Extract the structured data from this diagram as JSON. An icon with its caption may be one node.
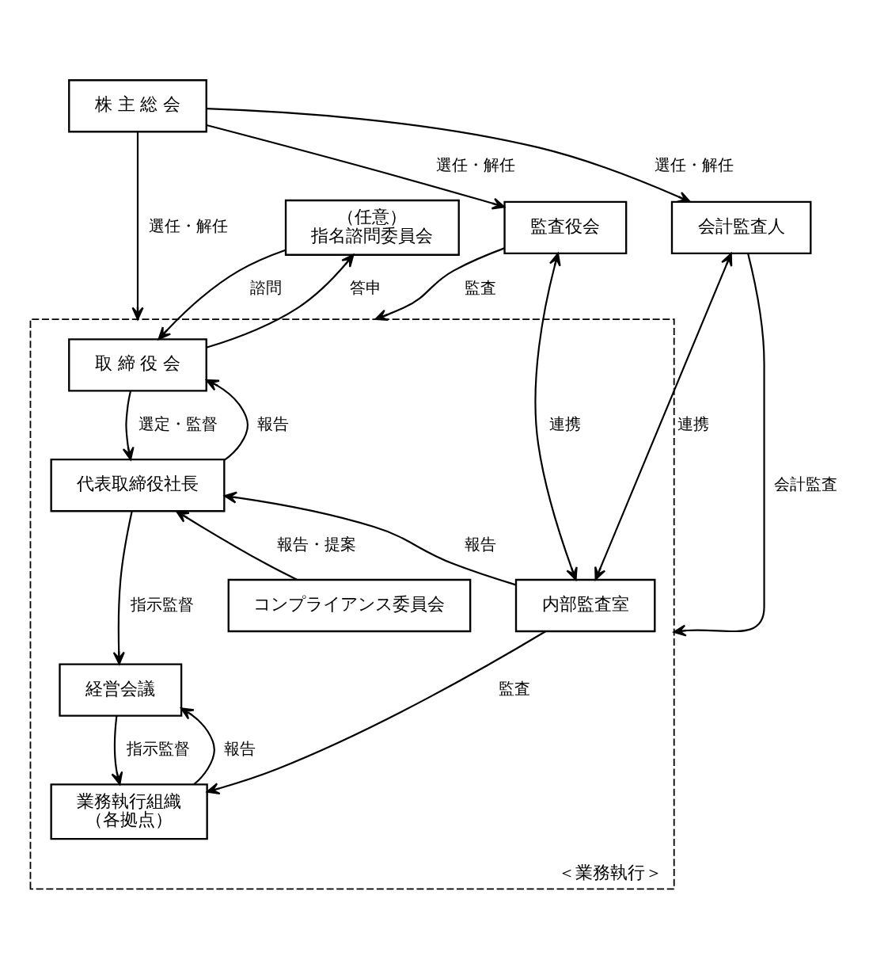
{
  "diagram": {
    "nodes": [
      {
        "text": [
          "株 主 総 会"
        ]
      },
      {
        "text": [
          "（任意）",
          "指名諮問委員会"
        ]
      },
      {
        "text": [
          "監査役会"
        ]
      },
      {
        "text": [
          "会計監査人"
        ]
      },
      {
        "text": [
          "＜業務執行＞"
        ]
      },
      {
        "text": [
          "取 締 役 会"
        ],
        "in": 4
      },
      {
        "text": [
          "代表取締役社長"
        ],
        "in": 4
      },
      {
        "text": [
          "コンプライアンス委員会"
        ],
        "in": 4
      },
      {
        "text": [
          "内部監査室"
        ],
        "in": 4
      },
      {
        "text": [
          "経営会議"
        ],
        "in": 4
      },
      {
        "text": [
          "業務執行組織",
          "（各拠点）"
        ],
        "in": 4
      }
    ],
    "edges": [
      {
        "from": 0,
        "to": 4,
        "arrow": "to",
        "label": "選任・解任"
      },
      {
        "from": 0,
        "to": 2,
        "arrow": "to",
        "label": "選任・解任"
      },
      {
        "from": 0,
        "to": 3,
        "arrow": "to",
        "label": "選任・解任"
      },
      {
        "from": 1,
        "to": 5,
        "arrow": "to",
        "label": "諮問"
      },
      {
        "from": 5,
        "to": 1,
        "arrow": "to",
        "label": "答申"
      },
      {
        "from": 2,
        "to": 4,
        "arrow": "to",
        "label": "監査"
      },
      {
        "from": 2,
        "to": 8,
        "arrow": "both",
        "label": "連携"
      },
      {
        "from": 3,
        "to": 8,
        "arrow": "both",
        "label": "連携"
      },
      {
        "from": 3,
        "to": 4,
        "arrow": "to",
        "label": "会計監査"
      },
      {
        "from": 6,
        "to": 5,
        "arrow": "to",
        "label": "報告"
      },
      {
        "from": 5,
        "to": 6,
        "arrow": "to",
        "label": "選定・監督"
      },
      {
        "from": 7,
        "to": 6,
        "arrow": "to",
        "label": "報告・提案"
      },
      {
        "from": 6,
        "to": 9,
        "arrow": "to",
        "label": "指示監督"
      },
      {
        "from": 8,
        "to": 6,
        "arrow": "to",
        "label": "報告"
      },
      {
        "from": 9,
        "to": 10,
        "arrow": "to",
        "label": "指示監督"
      },
      {
        "from": 10,
        "to": 9,
        "arrow": "to",
        "label": "報告"
      },
      {
        "from": 8,
        "to": 10,
        "arrow": "to",
        "label": "監査"
      }
    ]
  }
}
